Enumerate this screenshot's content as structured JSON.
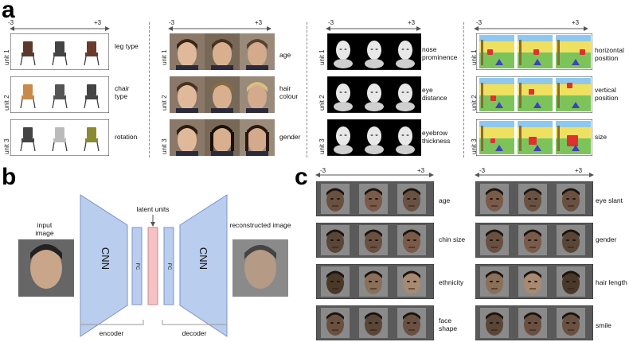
{
  "panels": {
    "a": "a",
    "b": "b",
    "c": "c"
  },
  "scale": {
    "min": "-3",
    "max": "+3"
  },
  "units": [
    "unit 1",
    "unit 2",
    "unit 3"
  ],
  "chairs": {
    "rows": [
      "leg type",
      "chair type",
      "rotation"
    ]
  },
  "celeb": {
    "rows": [
      "age",
      "hair colour",
      "gender"
    ]
  },
  "faces3d": {
    "rows": [
      "nose prominence",
      "eye distance",
      "eyebrow thickness"
    ]
  },
  "scenes": {
    "rows": [
      "horizontal position",
      "vertical position",
      "size"
    ]
  },
  "vae": {
    "input": "input image",
    "output": "reconstructed image",
    "latent": "latent units",
    "cnn_left": "CNN",
    "cnn_right": "CNN",
    "fc_left": "FC",
    "fc_right": "FC",
    "encoder": "encoder",
    "decoder": "decoder"
  },
  "faces_c": {
    "left_rows": [
      "age",
      "chin size",
      "ethnicity",
      "face shape"
    ],
    "right_rows": [
      "eye slant",
      "gender",
      "hair length",
      "smile"
    ]
  },
  "colors": {
    "cnn_blue": "#b9cdee",
    "latent_pink": "#f4c2c2",
    "scene_sky": "#8ec8f0",
    "scene_wall": "#f0e060",
    "scene_grass": "#7cc45a"
  }
}
